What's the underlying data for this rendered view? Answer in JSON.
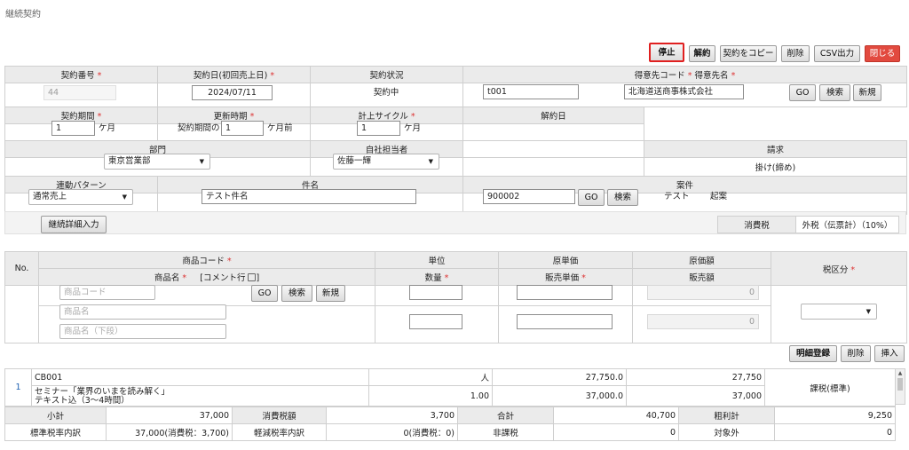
{
  "page": {
    "title": "継続契約"
  },
  "toolbar": {
    "stop": "停止",
    "cancel": "解約",
    "copy": "契約をコピー",
    "delete": "削除",
    "csv": "CSV出力",
    "close": "閉じる"
  },
  "header": {
    "contract_no_label": "契約番号",
    "contract_no": "44",
    "contract_date_label": "契約日(初回売上日)",
    "contract_date": "2024/07/11",
    "status_label": "契約状況",
    "status": "契約中",
    "customer_label": "得意先コード",
    "customer_name_label": "得意先名",
    "customer_code": "t001",
    "customer_name": "北海道送商事株式会社",
    "go": "GO",
    "search": "検索",
    "new": "新規",
    "period_label": "契約期間",
    "period_value": "1",
    "period_unit": "ケ月",
    "renewal_label": "更新時期",
    "renewal_prefix": "契約期間の",
    "renewal_value": "1",
    "renewal_unit": "ケ月前",
    "cycle_label": "計上サイクル",
    "cycle_value": "1",
    "cycle_unit": "ケ月",
    "cancel_date_label": "解約日",
    "dept_label": "部門",
    "dept": "東京営業部",
    "staff_label": "自社担当者",
    "staff": "佐藤一輝",
    "billing_label": "請求",
    "billing": "掛け(締め)",
    "link_label": "連動パターン",
    "link": "通常売上",
    "subject_label": "件名",
    "subject": "テスト件名",
    "project_label": "案件",
    "project_code": "900002",
    "project_name": "テスト",
    "project_status": "起案",
    "detail_button": "継続詳細入力",
    "tax_label": "消費税",
    "tax_value": "外税（伝票計）（10%）"
  },
  "entry": {
    "no_label": "No.",
    "code_label": "商品コード",
    "name_label": "商品名",
    "comment_label": "[コメント行",
    "comment_close": "]",
    "unit_label": "単位",
    "qty_label": "数量",
    "cost_label": "原単価",
    "price_label": "販売単価",
    "cost_amount_label": "原価額",
    "sales_label": "販売額",
    "tax_class_label": "税区分",
    "code_ph": "商品コード",
    "name_ph": "商品名",
    "name2_ph": "商品名（下段）",
    "zero": "0",
    "register": "明細登録",
    "delete": "削除",
    "insert": "挿入"
  },
  "lines": [
    {
      "no": "1",
      "code": "CB001",
      "name": "セミナー「業界のいまを読み解く」",
      "name2": "テキスト込（3〜4時間）",
      "unit": "人",
      "qty": "1.00",
      "cost": "27,750.0",
      "price": "37,000.0",
      "cost_amount": "27,750",
      "sales": "37,000",
      "tax_class": "課税(標準)"
    }
  ],
  "totals": {
    "subtotal_label": "小計",
    "subtotal": "37,000",
    "tax_label": "消費税額",
    "tax": "3,700",
    "total_label": "合計",
    "total": "40,700",
    "gross_label": "粗利計",
    "gross": "9,250",
    "std_label": "標準税率内訳",
    "std": "37,000(消費税：3,700)",
    "reduced_label": "軽減税率内訳",
    "reduced": "0(消費税：0)",
    "nontax_label": "非課税",
    "nontax": "0",
    "exempt_label": "対象外",
    "exempt": "0"
  },
  "colors": {
    "stop_border": "#e02020",
    "close_bg": "#e24a3f",
    "required": "#d33333",
    "header_bg": "#ebebeb"
  }
}
